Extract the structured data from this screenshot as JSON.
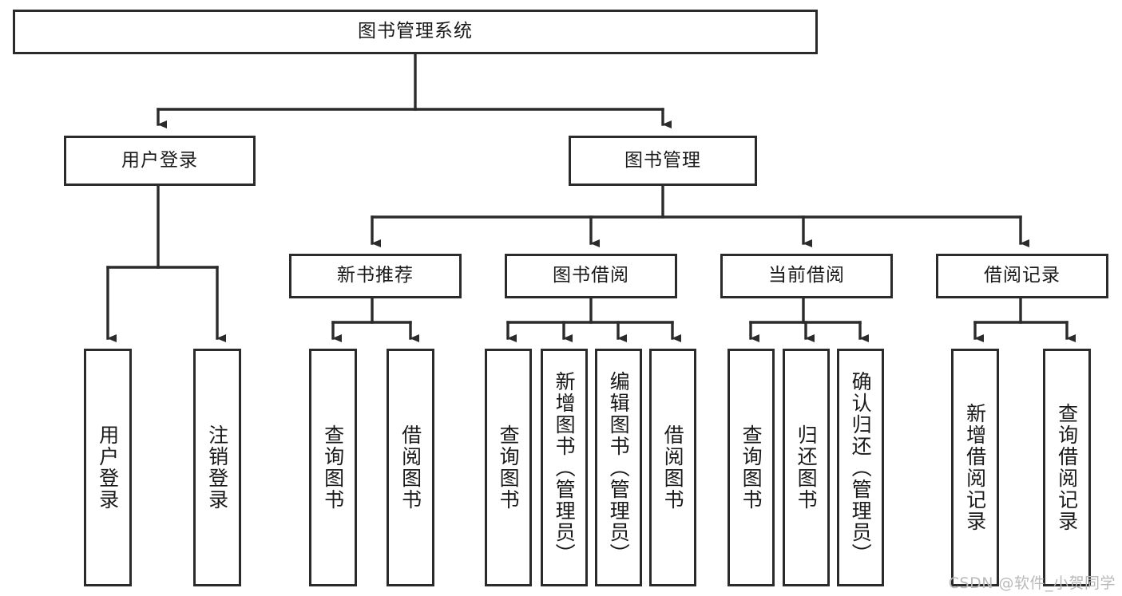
{
  "diagram": {
    "title": "图书管理系统",
    "watermark": "CSDN @软件_小贺同学",
    "stroke_color": "#2b2b2b",
    "background_color": "#ffffff",
    "text_color": "#1a1a1a",
    "watermark_color": "#b9b9b9"
  },
  "nodes": {
    "root": {
      "label": "图书管理系统",
      "orientation": "horizontal"
    },
    "level2": [
      {
        "label": "用户登录",
        "orientation": "horizontal"
      },
      {
        "label": "图书管理",
        "orientation": "horizontal"
      }
    ],
    "level3": [
      {
        "label": "新书推荐",
        "orientation": "horizontal"
      },
      {
        "label": "图书借阅",
        "orientation": "horizontal"
      },
      {
        "label": "当前借阅",
        "orientation": "horizontal"
      },
      {
        "label": "借阅记录",
        "orientation": "horizontal"
      }
    ],
    "leaves": [
      {
        "label": "用户登录",
        "orientation": "vertical",
        "parent": "用户登录"
      },
      {
        "label": "注销登录",
        "orientation": "vertical",
        "parent": "用户登录"
      },
      {
        "label": "查询图书",
        "orientation": "vertical",
        "parent": "新书推荐"
      },
      {
        "label": "借阅图书",
        "orientation": "vertical",
        "parent": "新书推荐"
      },
      {
        "label": "查询图书",
        "orientation": "vertical",
        "parent": "图书借阅"
      },
      {
        "label": "新增图书（管理员）",
        "orientation": "vertical",
        "parent": "图书借阅"
      },
      {
        "label": "编辑图书（管理员）",
        "orientation": "vertical",
        "parent": "图书借阅"
      },
      {
        "label": "借阅图书",
        "orientation": "vertical",
        "parent": "图书借阅"
      },
      {
        "label": "查询图书",
        "orientation": "vertical",
        "parent": "当前借阅"
      },
      {
        "label": "归还图书",
        "orientation": "vertical",
        "parent": "当前借阅"
      },
      {
        "label": "确认归还（管理员）",
        "orientation": "vertical",
        "parent": "当前借阅"
      },
      {
        "label": "新增借阅记录",
        "orientation": "vertical",
        "parent": "借阅记录"
      },
      {
        "label": "查询借阅记录",
        "orientation": "vertical",
        "parent": "借阅记录"
      }
    ]
  }
}
